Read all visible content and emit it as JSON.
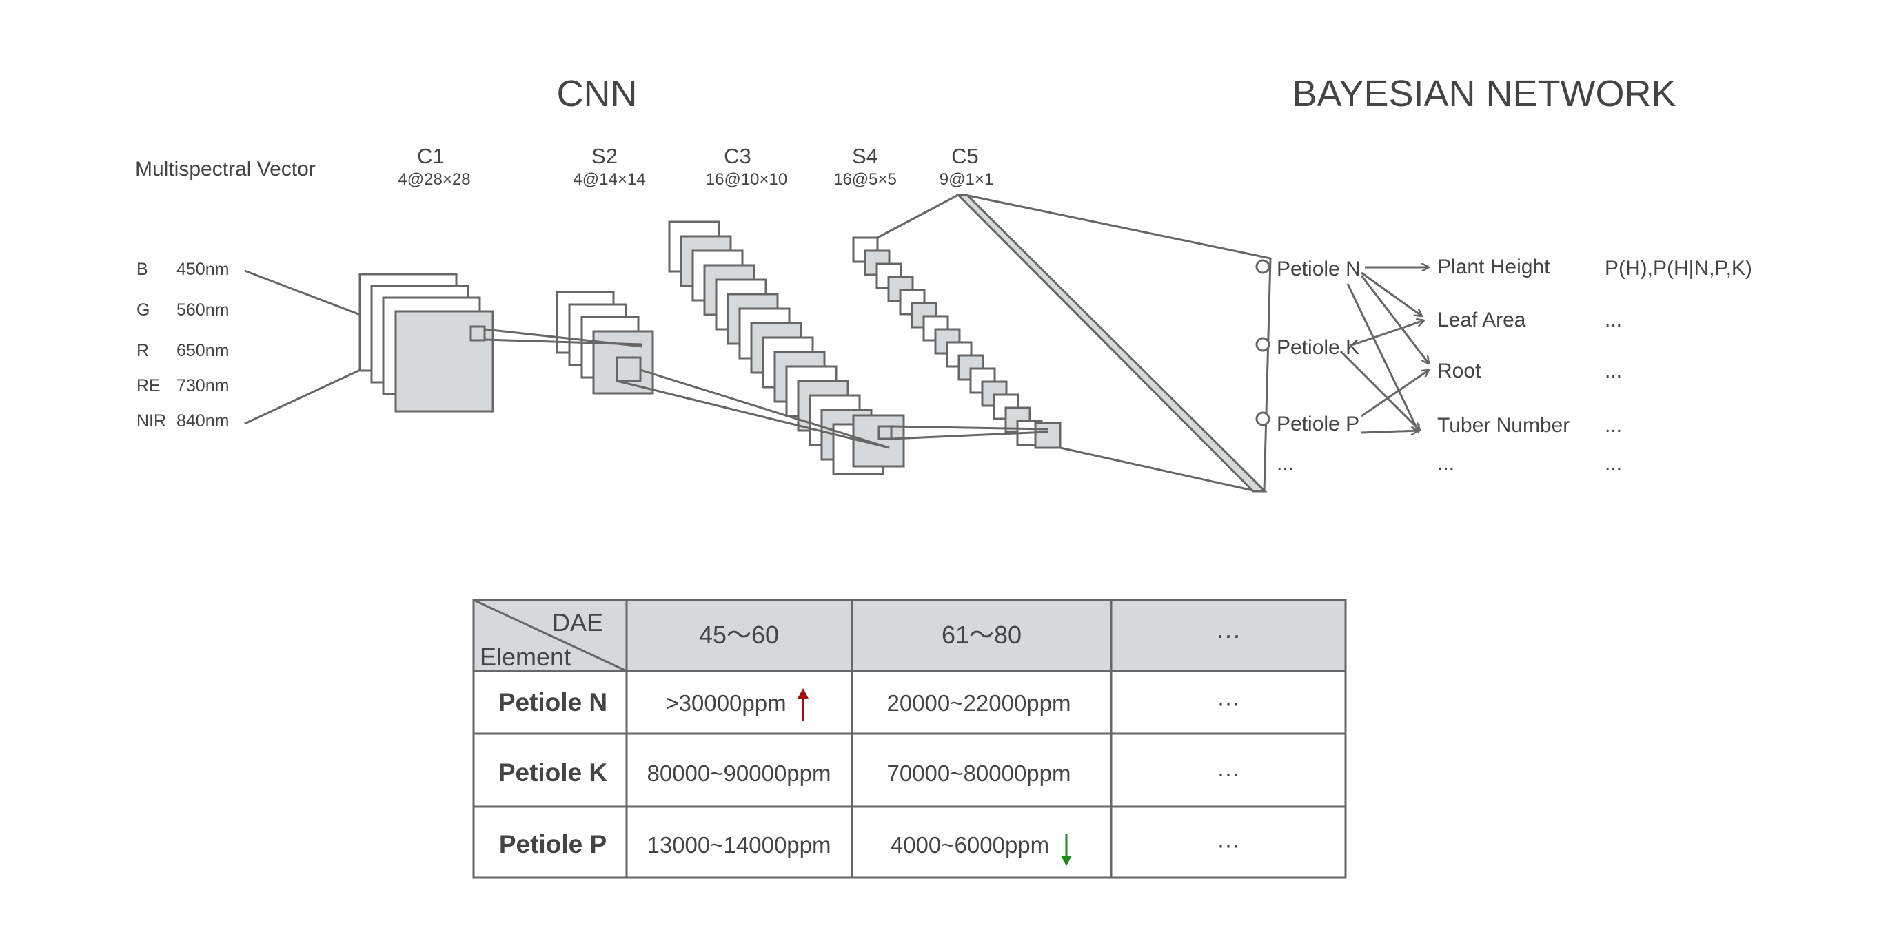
{
  "headings": {
    "cnn": "CNN",
    "bayes": "BAYESIAN NETWORK"
  },
  "input": {
    "title": "Multispectral Vector",
    "bands": [
      {
        "band": "B",
        "wavelength": "450nm"
      },
      {
        "band": "G",
        "wavelength": "560nm"
      },
      {
        "band": "R",
        "wavelength": "650nm"
      },
      {
        "band": "RE",
        "wavelength": "730nm"
      },
      {
        "band": "NIR",
        "wavelength": "840nm"
      }
    ]
  },
  "layers": [
    {
      "name": "C1",
      "dims": "4@28×28"
    },
    {
      "name": "S2",
      "dims": "4@14×14"
    },
    {
      "name": "C3",
      "dims": "16@10×10"
    },
    {
      "name": "S4",
      "dims": "16@5×5"
    },
    {
      "name": "C5",
      "dims": "9@1×1"
    }
  ],
  "bayes": {
    "parents": [
      "Petiole N",
      "Petiole K",
      "Petiole P",
      "..."
    ],
    "children": [
      "Plant Height",
      "Leaf Area",
      "Root",
      "Tuber Number",
      "..."
    ],
    "probabilities": [
      "P(H),P(H|N,P,K)",
      "...",
      "...",
      "...",
      "..."
    ],
    "colors": {
      "stroke": "#666666",
      "fill": "#d6d9dc"
    }
  },
  "table": {
    "corner_top": "DAE",
    "corner_bottom": "Element",
    "columns": [
      "45～60",
      "61～80",
      "···"
    ],
    "rows": [
      {
        "element": "Petiole N",
        "cells": [
          ">30000ppm",
          "20000~22000ppm",
          "···"
        ],
        "trend": "up"
      },
      {
        "element": "Petiole K",
        "cells": [
          "80000~90000ppm",
          "70000~80000ppm",
          "···"
        ],
        "trend": "none"
      },
      {
        "element": "Petiole P",
        "cells": [
          "13000~14000ppm",
          "4000~6000ppm",
          "···"
        ],
        "trend": "down"
      }
    ],
    "colors": {
      "header_fill": "#d6d9dc",
      "up_arrow": "#a01010",
      "down_arrow": "#1e8a1e"
    }
  }
}
